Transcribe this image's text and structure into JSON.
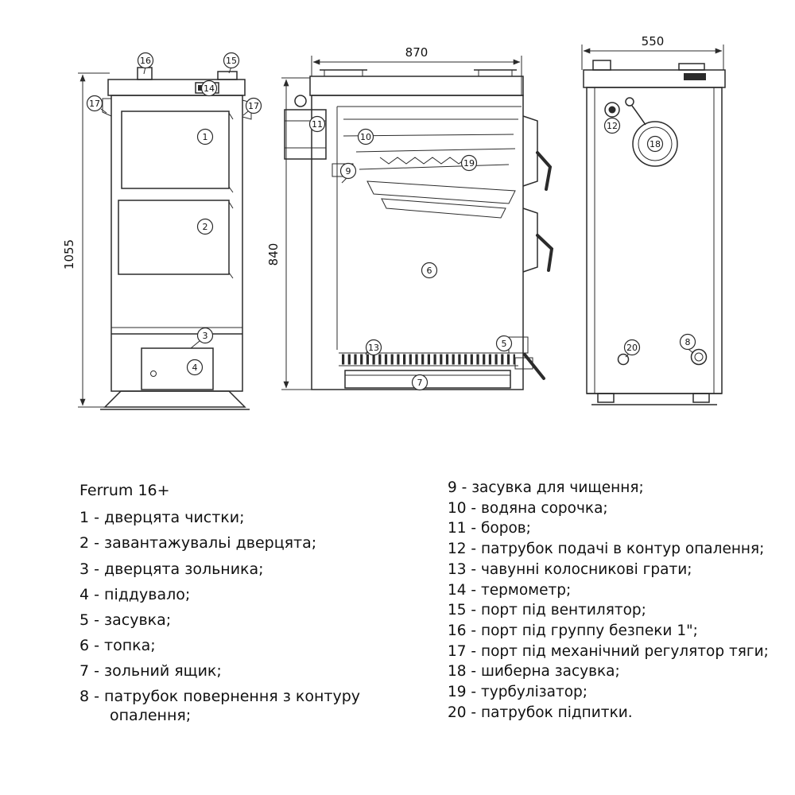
{
  "title": "Ferrum 16+",
  "colors": {
    "line": "#2b2b2b",
    "text": "#111111",
    "background": "#ffffff"
  },
  "dims": {
    "front_height": "1055",
    "side_width": "870",
    "side_depth": "840",
    "back_width": "550"
  },
  "callout_labels": {
    "c1": "1",
    "c2": "2",
    "c3": "3",
    "c4": "4",
    "c5": "5",
    "c6": "6",
    "c7": "7",
    "c8": "8",
    "c9": "9",
    "c10": "10",
    "c11": "11",
    "c12": "12",
    "c13": "13",
    "c14": "14",
    "c15": "15",
    "c16": "16",
    "c17": "17",
    "c18": "18",
    "c19": "19",
    "c20": "20"
  },
  "legend_left": [
    "1 - дверцята чистки;",
    "2 - завантажувальі дверцята;",
    "3 - дверцята зольника;",
    "4 - піддувало;",
    "5 - засувка;",
    "6 - топка;",
    "7 - зольний ящик;",
    "8 - патрубок повернення з  контуру опалення;"
  ],
  "legend_right": [
    "9 - засувка для чищення;",
    "10 - водяна сорочка;",
    "11 - боров;",
    "12 - патрубок подачі в контур опалення;",
    "13 - чавунні колосникові грати;",
    "14 - термометр;",
    "15 - порт під вентилятор;",
    "16 - порт під группу безпеки 1\";",
    "17 - порт під механічний регулятор тяги;",
    "18 - шиберна засувка;",
    "19 - турбулізатор;",
    "20 - патрубок підпитки."
  ]
}
